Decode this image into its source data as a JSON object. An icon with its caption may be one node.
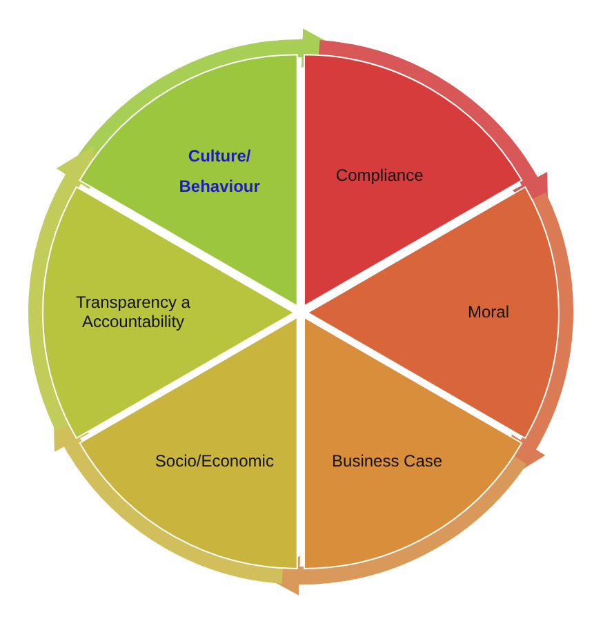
{
  "diagram": {
    "nodes": [
      {
        "text": [
          "Culture/ Behaviour"
        ]
      },
      {
        "text": [
          "Compliance"
        ]
      },
      {
        "text": [
          "Moral"
        ]
      },
      {
        "text": [
          "Business Case"
        ]
      },
      {
        "text": [
          "Socio/Economic"
        ]
      },
      {
        "text": [
          "Transparency a Accountability"
        ]
      }
    ],
    "edges": [
      {
        "from": 0,
        "to": 1,
        "arrow": "to",
        "color": "#a8cf55"
      },
      {
        "from": 1,
        "to": 2,
        "arrow": "to",
        "color": "#d85757"
      },
      {
        "from": 2,
        "to": 3,
        "arrow": "to",
        "color": "#db7b55"
      },
      {
        "from": 3,
        "to": 4,
        "arrow": "to",
        "color": "#d9995a"
      },
      {
        "from": 4,
        "to": 5,
        "arrow": "to",
        "color": "#d0bf5a"
      },
      {
        "from": 5,
        "to": 0,
        "arrow": "to",
        "color": "#c2cc5a"
      }
    ]
  }
}
